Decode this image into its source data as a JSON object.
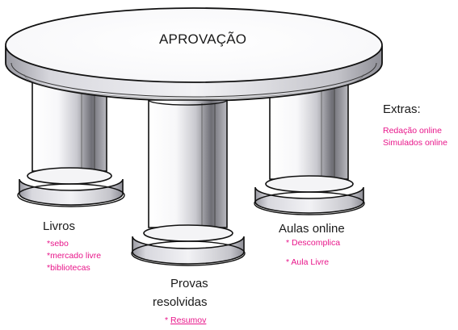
{
  "colors": {
    "note": "#e8168a",
    "text": "#1a1a1a",
    "outline": "#111111",
    "shade": "#7d7d83",
    "shade_light": "#bdbdc3",
    "stone": "#f6f6f8"
  },
  "tabletop": {
    "label": "APROVAÇÃO"
  },
  "pillars": {
    "left": {
      "label": "Livros",
      "notes": [
        "*sebo",
        "*mercado livre",
        "*bibliotecas"
      ]
    },
    "center": {
      "label_line1": "Provas",
      "label_line2": "resolvidas",
      "note_prefix": "* ",
      "note_link": "Resumov"
    },
    "right": {
      "label": "Aulas online",
      "notes": [
        "* Descomplica",
        "* Aula Livre"
      ]
    }
  },
  "extras": {
    "title": "Extras:",
    "items": [
      "Redação online",
      "Simulados online"
    ]
  }
}
